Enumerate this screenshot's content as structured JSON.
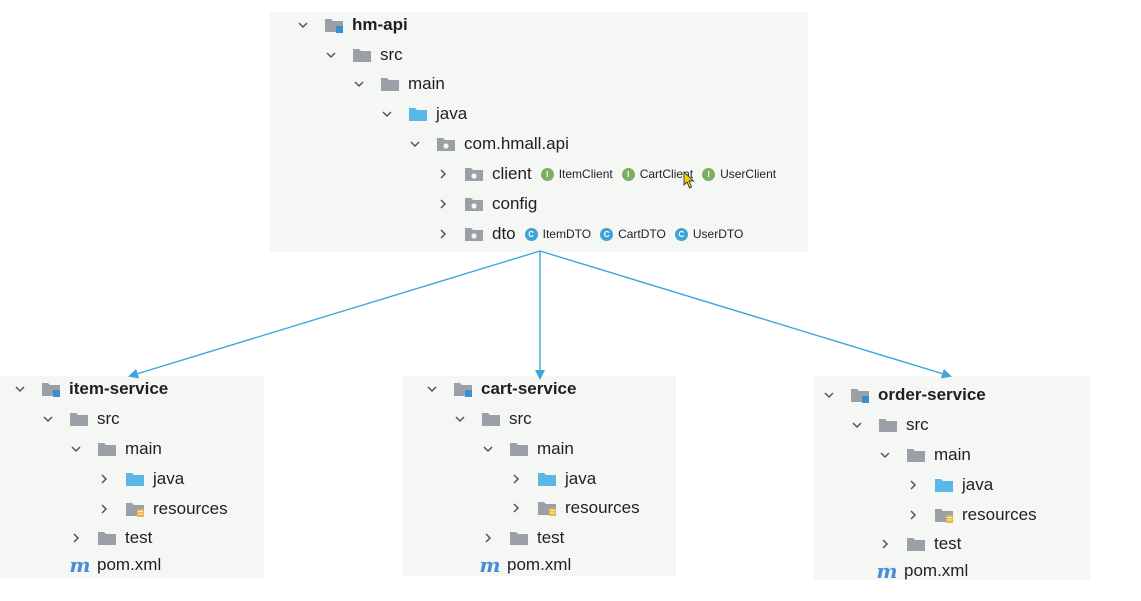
{
  "colors": {
    "panel_bg": "#f4f7f4",
    "arrow": "#3aa7d8",
    "folder_gray": "#9aa0a6",
    "folder_blue": "#5bb8e6",
    "interface_badge": "#7cb05e",
    "class_badge": "#3fa3d6"
  },
  "api": {
    "root": "hm-api",
    "src": "src",
    "main": "main",
    "java": "java",
    "package": "com.hmall.api",
    "client": {
      "label": "client",
      "classes": [
        "ItemClient",
        "CartClient",
        "UserClient"
      ]
    },
    "config": "config",
    "dto": {
      "label": "dto",
      "classes": [
        "ItemDTO",
        "CartDTO",
        "UserDTO"
      ]
    },
    "interface_badge_letter": "I",
    "class_badge_letter": "C"
  },
  "services": [
    {
      "name": "item-service",
      "src": "src",
      "main": "main",
      "java": "java",
      "resources": "resources",
      "test": "test",
      "pom": "pom.xml"
    },
    {
      "name": "cart-service",
      "src": "src",
      "main": "main",
      "java": "java",
      "resources": "resources",
      "test": "test",
      "pom": "pom.xml"
    },
    {
      "name": "order-service",
      "src": "src",
      "main": "main",
      "java": "java",
      "resources": "resources",
      "test": "test",
      "pom": "pom.xml"
    }
  ]
}
